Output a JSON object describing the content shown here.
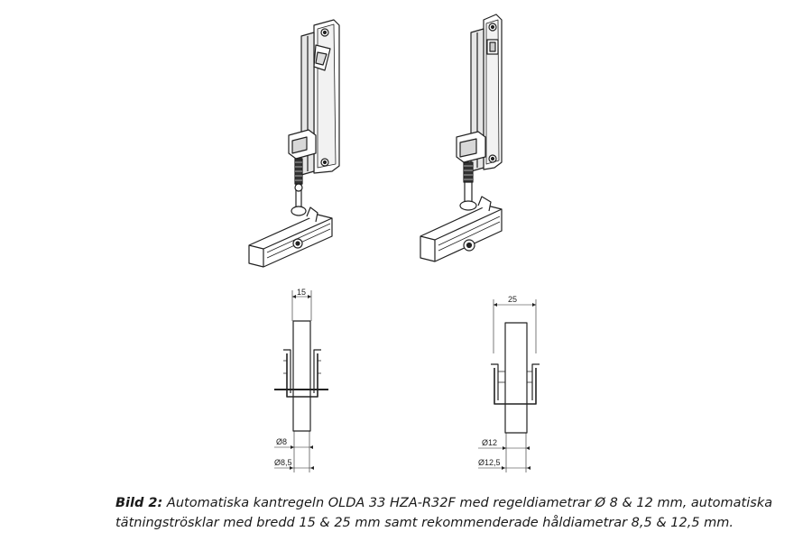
{
  "caption": {
    "label": "Bild 2:",
    "text_line1": " Automatiska kantregeln OLDA 33 HZA-R32F med regeldiametrar Ø 8 & 12 mm, automatiska",
    "text_line2": "tätningströsklar med bredd 15 & 25 mm samt rekommenderade håldiametrar 8,5 & 12,5 mm."
  },
  "section_left": {
    "width_label": "15",
    "bolt_label": "Ø8",
    "hole_label": "Ø8,5"
  },
  "section_right": {
    "width_label": "25",
    "bolt_label": "Ø12",
    "hole_label": "Ø12,5"
  }
}
